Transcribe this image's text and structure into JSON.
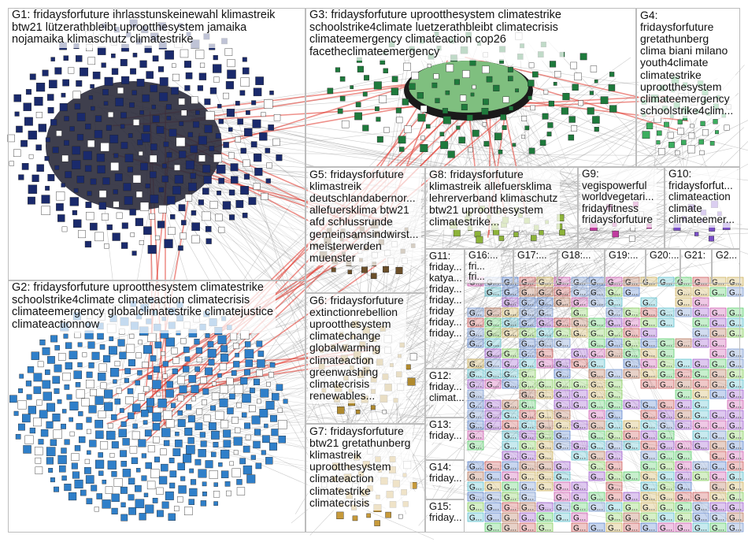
{
  "groups": [
    {
      "id": "G1",
      "text": "G1: fridaysforfuture ihrlasstunskeinewahl klimastreik\nbtw21 lützerathbleibt uprootthesystem jamaika\nnojamaika klimaschutz climatestrike",
      "color": "#1a2a6c"
    },
    {
      "id": "G2",
      "text": "G2: fridaysforfuture uprootthesystem climatestrike\nschoolstrike4climate climateaction climatecrisis\nclimateemergency globalclimatestrike climatejustice\nclimateactionnow",
      "color": "#2f7fc9"
    },
    {
      "id": "G3",
      "text": "G3: fridaysforfuture uprootthesystem climatestrike\nschoolstrike4climate luetzerathbleibt climatecrisis\nclimateemergency climateaction cop26\nfacetheclimateemergency",
      "color": "#1e7a3c"
    },
    {
      "id": "G4",
      "text": "G4:\nfridaysforfuture\ngretathunberg\nclima biani milano\nyouth4climate\nclimatestrike\nuprootthesystem\nclimateemergency\nschoolstrike4clim...",
      "color": "#3cae5f"
    },
    {
      "id": "G5",
      "text": "G5: fridaysforfuture\nklimastreik\ndeutschlandabernor...\nallefuersklima btw21\nafd schlussrunde\ngemeinsamsindwirst...\nmeisterwerden\nmuenster",
      "color": "#6b4f2a"
    },
    {
      "id": "G6",
      "text": "G6: fridaysforfuture\nextinctionrebellion\nuprootthesystem\nclimatechange\nglobalwarming\nclimateaction\ngreenwashing\nclimatecrisis\nrenewables...",
      "color": "#b08a2e"
    },
    {
      "id": "G7",
      "text": "G7: fridaysforfuture\nbtw21 gretathunberg\nklimastreik\nuprootthesystem\nclimateaction\nclimatestrike\nclimatecrisis",
      "color": "#c79a3b"
    },
    {
      "id": "G8",
      "text": "G8: fridaysforfuture\nklimastreik allefuersklima\nlehrerverband klimaschutz\nbtw21 uprootthesystem\nclimatestrike...",
      "color": "#8db33a"
    },
    {
      "id": "G9",
      "text": "G9:\nvegispowerful\nworldvegetari...\nfridayfitness\nfridaysforfuture",
      "color": "#c13ca0"
    },
    {
      "id": "G10",
      "text": "G10:\nfridaysforfut...\nclimateaction\nclimate\nclimateemer...",
      "color": "#7a4fc9"
    },
    {
      "id": "G11",
      "text": "G11:\nfriday...\nkatya...\nfriday...\nfriday...\nfriday\nfriday...\nfriday...",
      "color": "#9a62d6"
    },
    {
      "id": "G12",
      "text": "G12:\nfriday...\nclimat...",
      "color": "#5a82c6"
    },
    {
      "id": "G13",
      "text": "G13:\nfriday...",
      "color": "#d38b3a"
    },
    {
      "id": "G14",
      "text": "G14:\nfriday...",
      "color": "#4a9a88"
    },
    {
      "id": "G15",
      "text": "G15:\nfriday...",
      "color": "#a85a3a"
    },
    {
      "id": "G16",
      "text": "G16:...\nfri...\nfri...\nfri...\nfri...",
      "color": "#7a7a2e"
    },
    {
      "id": "G17",
      "text": "G17:...",
      "color": "#c43a3a"
    },
    {
      "id": "G18",
      "text": "G18:...",
      "color": "#3a6ac4"
    },
    {
      "id": "G19",
      "text": "G19:...",
      "color": "#3ac44e"
    },
    {
      "id": "G20",
      "text": "G20:...",
      "color": "#c4a23a"
    },
    {
      "id": "G21",
      "text": "G21:",
      "color": "#8a3ac4"
    },
    {
      "id": "G22",
      "text": "G2...",
      "color": "#3ab4c4"
    }
  ],
  "small_group_glyph": "G...",
  "colors": {
    "edge_gray": "#8e8e8e",
    "edge_red": "#e0342a",
    "frame": "#bdbdbd",
    "background": "#ffffff"
  }
}
